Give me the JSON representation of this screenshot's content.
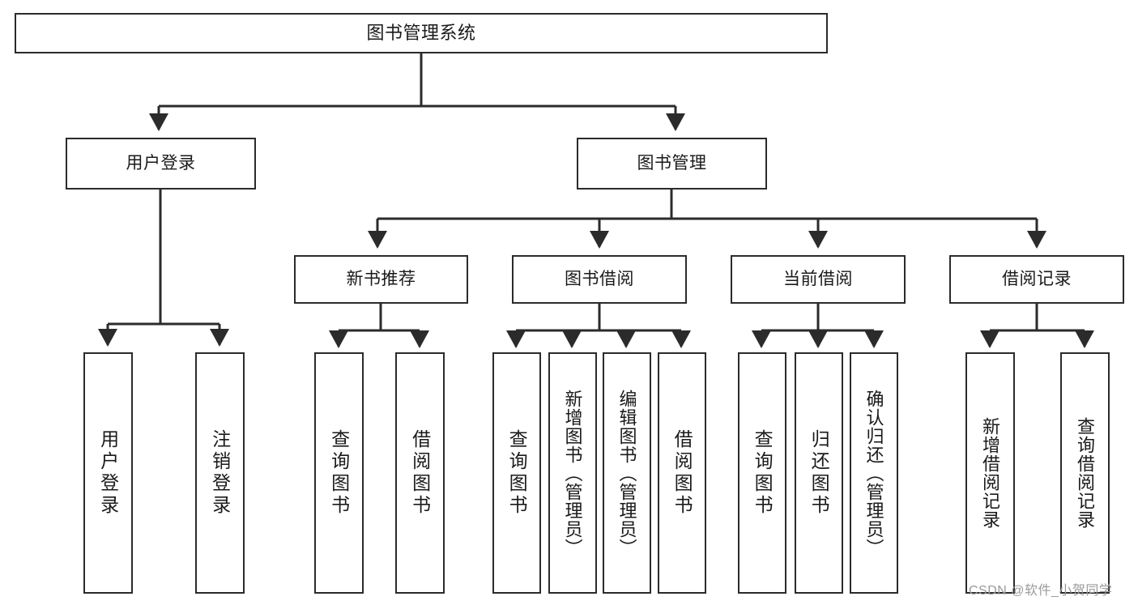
{
  "diagram": {
    "type": "tree-hierarchy-chart",
    "title": "图书管理系统",
    "watermark": "CSDN @软件_小贺同学",
    "colors": {
      "box_border": "#2b2b2b",
      "box_fill": "#ffffff",
      "connector": "#2b2b2b",
      "text": "#1a1a1a",
      "watermark": "#9a9a9a",
      "background": "#ffffff"
    },
    "root": {
      "label": "图书管理系统"
    },
    "level2": [
      {
        "label": "用户登录"
      },
      {
        "label": "图书管理"
      }
    ],
    "level3": [
      {
        "label": "新书推荐"
      },
      {
        "label": "图书借阅"
      },
      {
        "label": "当前借阅"
      },
      {
        "label": "借阅记录"
      }
    ],
    "leaves": {
      "user_login": [
        {
          "label": "用户登录"
        },
        {
          "label": "注销登录"
        }
      ],
      "new_book_recommend": [
        {
          "label": "查询图书"
        },
        {
          "label": "借阅图书"
        }
      ],
      "book_borrow": [
        {
          "label": "查询图书"
        },
        {
          "label": "新增图书（管理员）"
        },
        {
          "label": "编辑图书（管理员）"
        },
        {
          "label": "借阅图书"
        }
      ],
      "current_borrow": [
        {
          "label": "查询图书"
        },
        {
          "label": "归还图书"
        },
        {
          "label": "确认归还（管理员）"
        }
      ],
      "borrow_record": [
        {
          "label": "新增借阅记录"
        },
        {
          "label": "查询借阅记录"
        }
      ]
    }
  }
}
